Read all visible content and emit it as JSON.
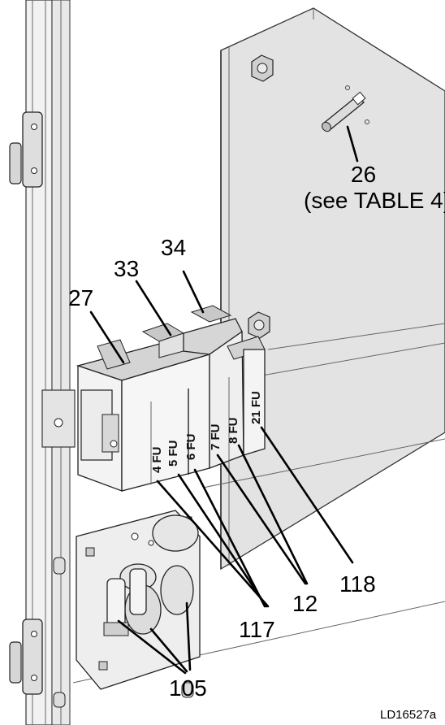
{
  "callouts": {
    "c26": "26",
    "c26_note": "(see TABLE 4)",
    "c27": "27",
    "c33": "33",
    "c34": "34",
    "c117": "117",
    "c12": "12",
    "c118": "118",
    "c105": "105"
  },
  "fuse_labels": {
    "fu4": "4 FU",
    "fu5": "5 FU",
    "fu6": "6 FU",
    "fu7": "7 FU",
    "fu8": "8 FU",
    "fu21": "21 FU"
  },
  "document_id": "LD16527a"
}
